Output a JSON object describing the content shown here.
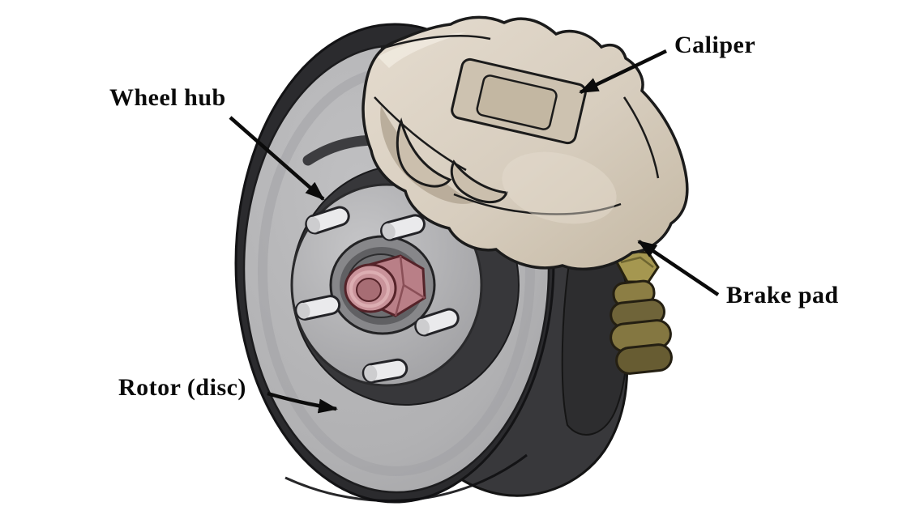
{
  "diagram": {
    "labels": {
      "wheel_hub": "Wheel hub",
      "caliper": "Caliper",
      "brake_pad": "Brake pad",
      "rotor_disc": "Rotor (disc)"
    },
    "palette": {
      "background": "#ffffff",
      "label_text": "#0a0a0a",
      "arrow": "#0b0b0b",
      "rotor_face_gray": "#b2b2b4",
      "rotor_rim_dark": "#2b2b2e",
      "dust_shield_dark": "#38383b",
      "hub_annulus_dark": "#37373a",
      "caliper_beige": "#d8cec0",
      "caliper_shadow": "#b4a794",
      "hub_nut_pink": "#b97f87",
      "stud_silver": "#eaeaec",
      "guide_pin_brass": "#8c7e44"
    }
  }
}
